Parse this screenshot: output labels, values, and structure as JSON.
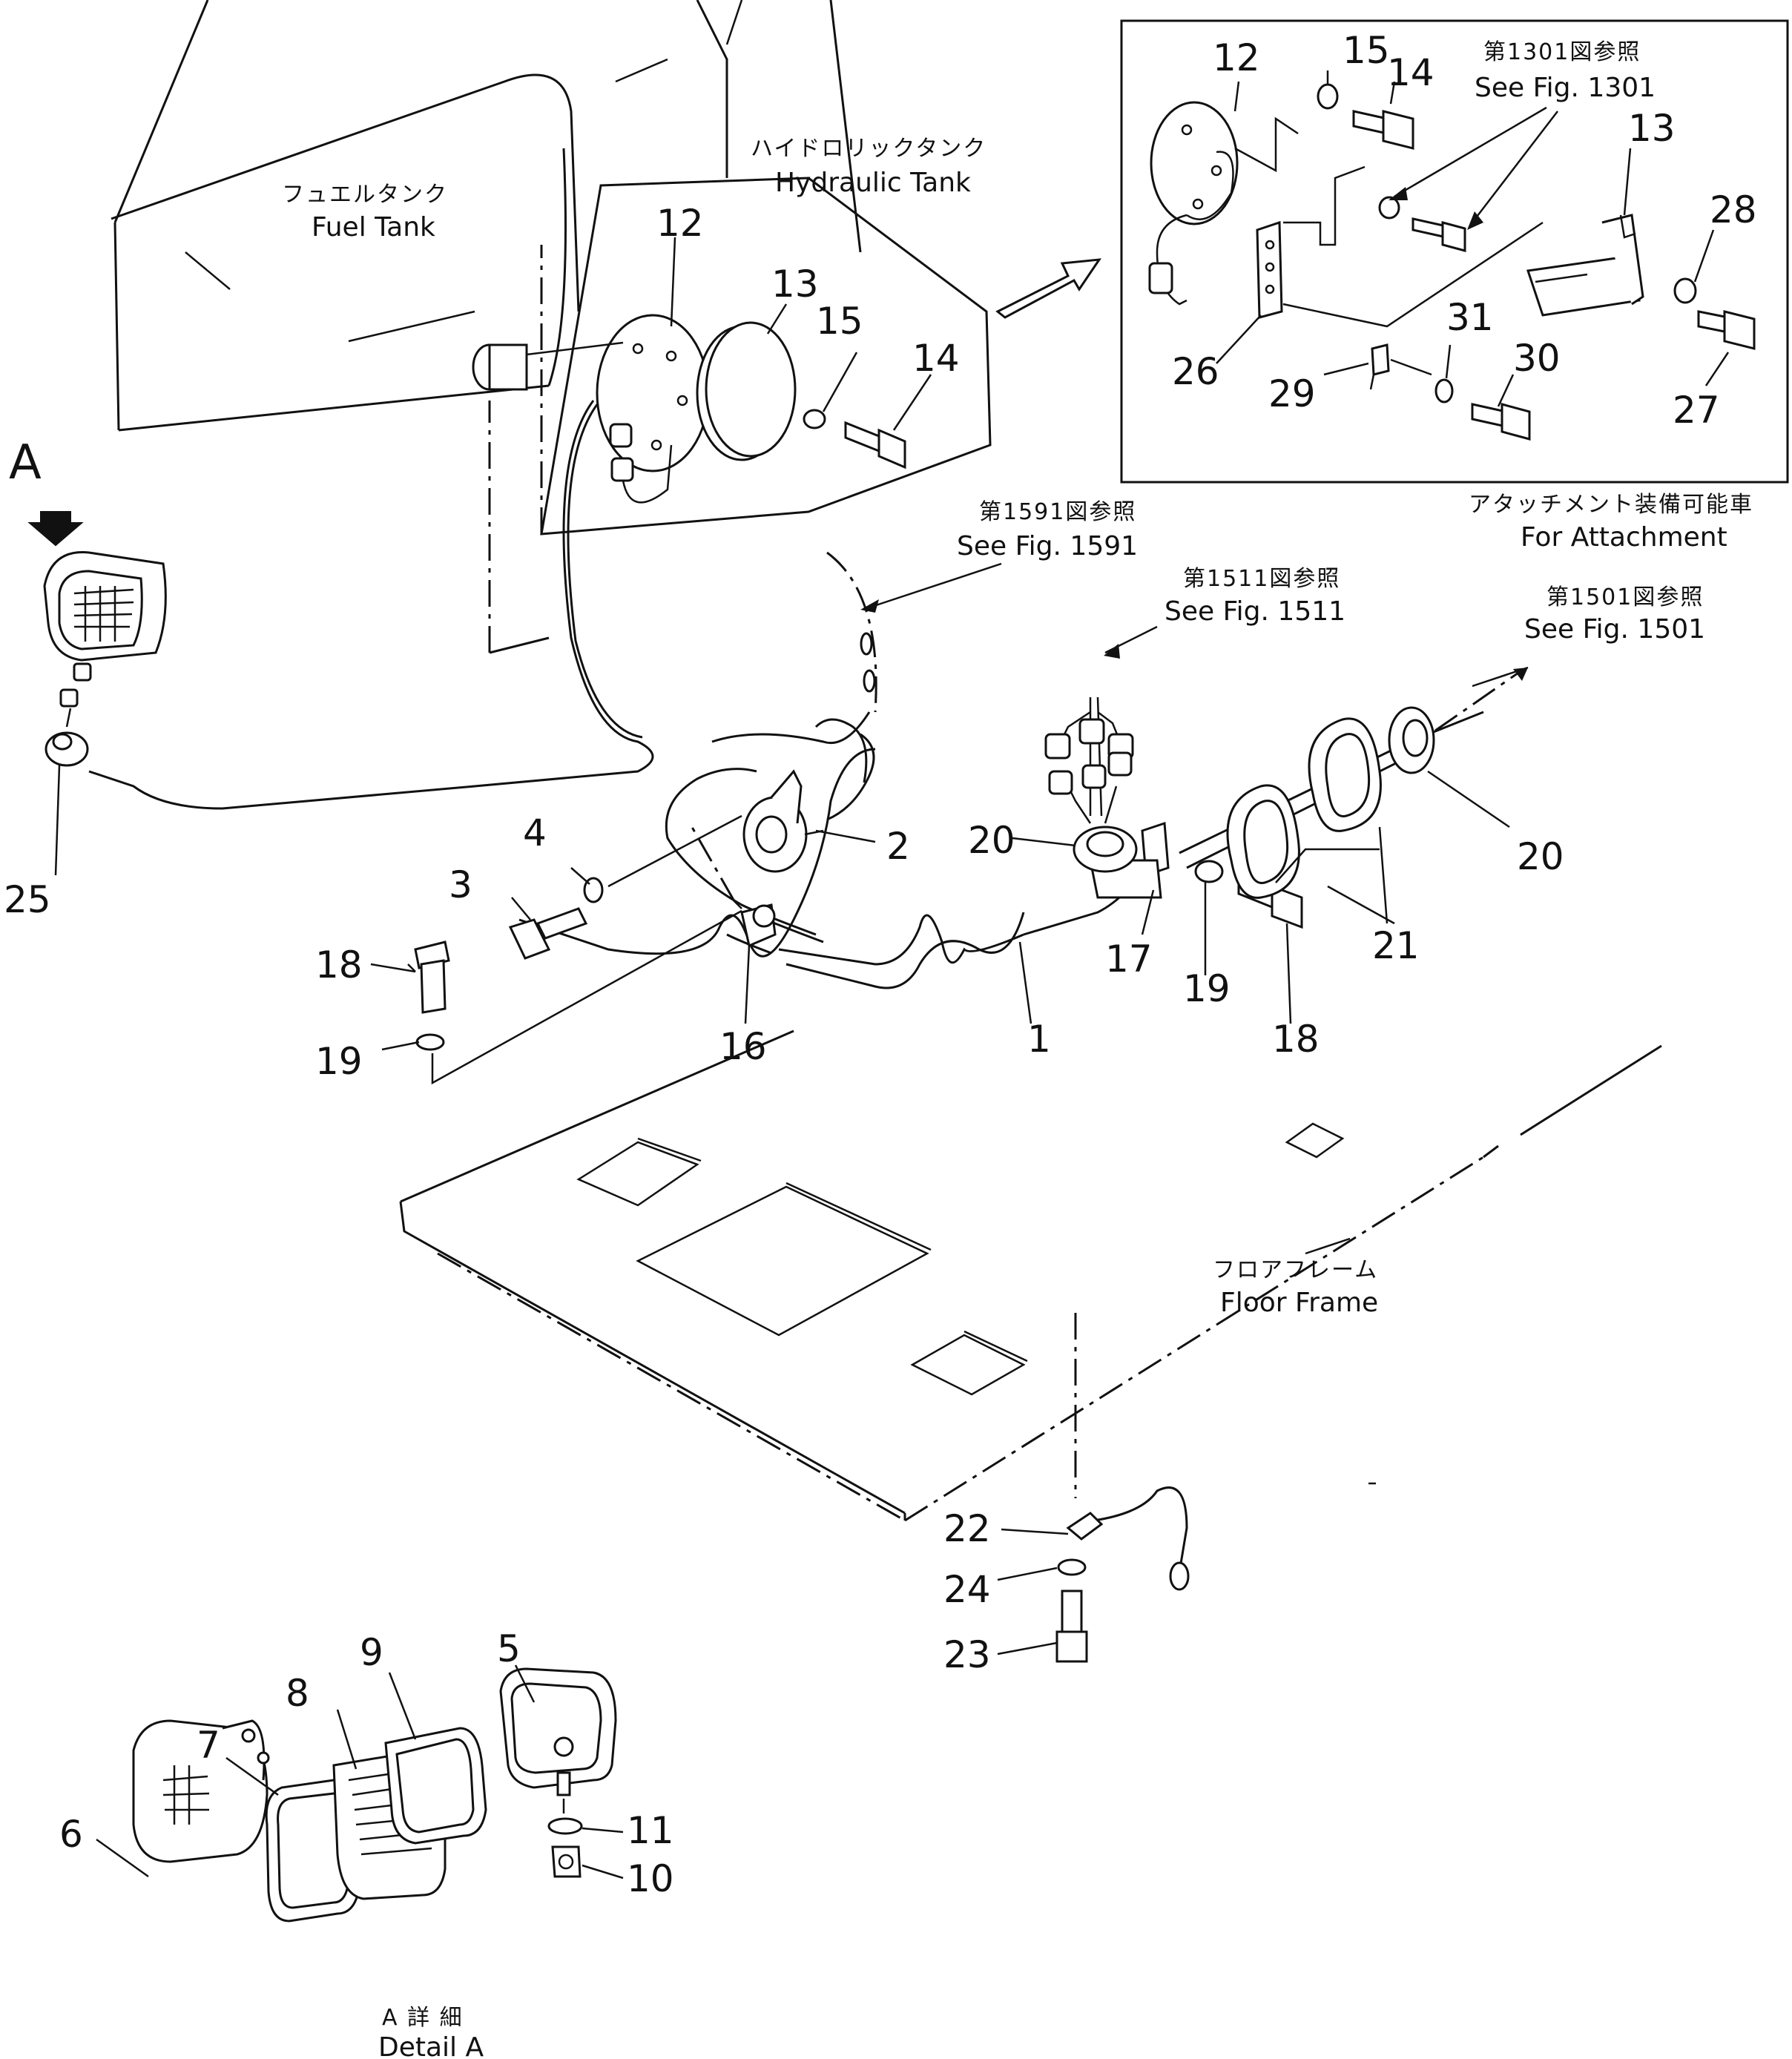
{
  "labels": {
    "fuel_tank_jp": "フュエルタンク",
    "fuel_tank_en": "Fuel Tank",
    "hydraulic_tank_jp": "ハイドロリックタンク",
    "hydraulic_tank_en": "Hydraulic Tank",
    "floor_frame_jp": "フロアフレーム",
    "floor_frame_en": "Floor Frame",
    "attachment_jp": "アタッチメント装備可能車",
    "attachment_en": "For Attachment",
    "detail_jp": "A 詳 細",
    "detail_en": "Detail A",
    "view_letter": "A"
  },
  "refs": {
    "fig1301_jp": "第1301図参照",
    "fig1301_en": "See Fig. 1301",
    "fig1591_jp": "第1591図参照",
    "fig1591_en": "See Fig. 1591",
    "fig1511_jp": "第1511図参照",
    "fig1511_en": "See Fig. 1511",
    "fig1501_jp": "第1501図参照",
    "fig1501_en": "See Fig. 1501"
  },
  "parts": {
    "p1": "1",
    "p2": "2",
    "p3": "3",
    "p4": "4",
    "p5": "5",
    "p6": "6",
    "p7": "7",
    "p8": "8",
    "p9": "9",
    "p10": "10",
    "p11": "11",
    "p12": "12",
    "p13": "13",
    "p14": "14",
    "p15": "15",
    "p16": "16",
    "p17": "17",
    "p18": "18",
    "p19": "19",
    "p20": "20",
    "p21": "21",
    "p22": "22",
    "p23": "23",
    "p24": "24",
    "p25": "25",
    "p26": "26",
    "p27": "27",
    "p28": "28",
    "p29": "29",
    "p30": "30",
    "p31": "31"
  }
}
